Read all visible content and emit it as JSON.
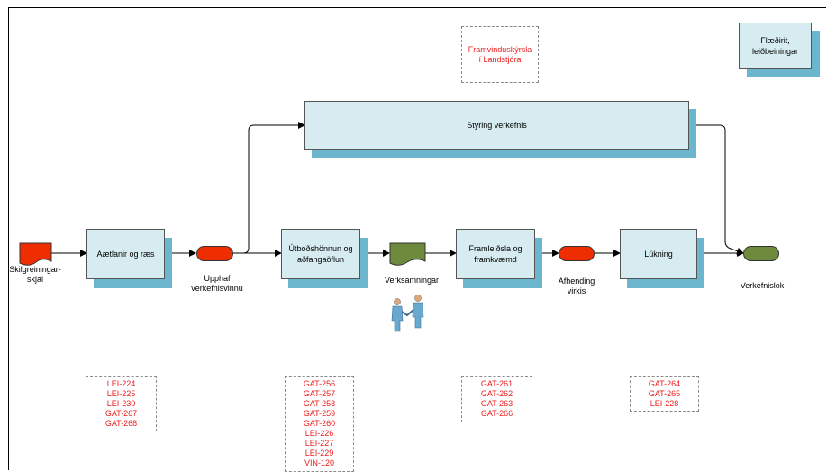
{
  "colors": {
    "box_fill": "#d7ecf1",
    "box_shadow": "#6cb6cd",
    "terminal_red": "#ee2d00",
    "terminal_green": "#6e8b3d",
    "reference_text": "#ee1c1c"
  },
  "icons": {
    "input_document": "red-document-icon",
    "contract_document": "green-document-icon",
    "handshake": "handshake-icon"
  },
  "legend": {
    "label": "Flæðirit,\nleiðbeiningar"
  },
  "report_note": {
    "label": "Framvinduskýrsla\ní Landstjóra"
  },
  "management": {
    "label": "Stýring verkefnis"
  },
  "processes": [
    {
      "label": "Áætlanir og ræs"
    },
    {
      "label": "Útboðshönnun og\naðfangaöflun"
    },
    {
      "label": "Framleiðsla og\nframkvæmd"
    },
    {
      "label": "Lúkning"
    }
  ],
  "nodes": {
    "input_doc": "Skilgreiningar-\nskjal",
    "start_design": "Upphaf\nverkefnisvinnu",
    "contracts": "Verksamningar",
    "delivery": "Afhending\nvirkis",
    "project_end": "Verkefnislok"
  },
  "references": [
    [
      "LEI-224",
      "LEI-225",
      "LEI-230",
      "GAT-267",
      "GAT-268"
    ],
    [
      "GAT-256",
      "GAT-257",
      "GAT-258",
      "GAT-259",
      "GAT-260",
      "LEI-226",
      "LEI-227",
      "LEI-229",
      "VIN-120"
    ],
    [
      "GAT-261",
      "GAT-262",
      "GAT-263",
      "GAT-266"
    ],
    [
      "GAT-264",
      "GAT-265",
      "LEI-228"
    ]
  ]
}
